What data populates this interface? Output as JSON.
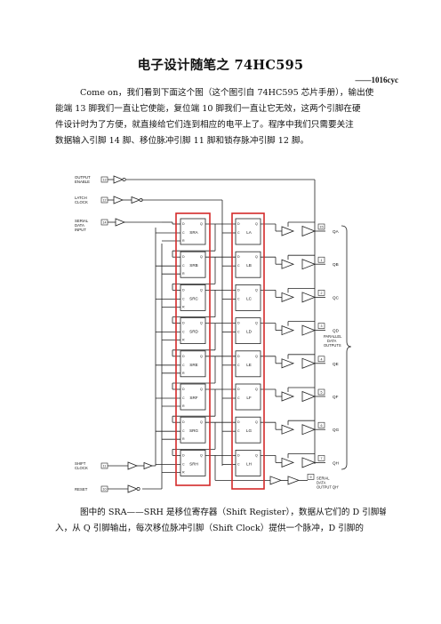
{
  "document": {
    "title": "电子设计随笔之 74HC595",
    "byline": "——1016cyc",
    "paragraph1": [
      "Come on，我们看到下面这个图（这个图引自 74HC595 芯片手册），输出使",
      "能端 13 脚我们一直让它使能，复位端 10 脚我们一直让它无效，这两个引脚在硬",
      "件设计时为了方便，就直接给它们连到相应的电平上了。程序中我们只需要关注",
      "数据输入引脚 14 脚、移位脉冲引脚 11 脚和锁存脉冲引脚 12 脚。"
    ],
    "paragraph2": [
      "图中的 SRA——SRH 是移位寄存器（Shift Register），数据从它们的 D 引脚输",
      "入，从 Q 引脚输出，每次移位脉冲引脚（Shift Clock）提供一个脉冲，D 引脚的"
    ]
  },
  "diagram": {
    "inputs": {
      "output_enable": [
        "OUTPUT",
        "ENABLE"
      ],
      "output_enable_pin": "13",
      "latch_clock": [
        "LATCH",
        "CLOCK"
      ],
      "latch_clock_pin": "12",
      "serial_data": [
        "SERIAL",
        "DATA",
        "INPUT"
      ],
      "serial_data_pin": "14",
      "shift_clock": [
        "SHIFT",
        "CLOCK"
      ],
      "shift_clock_pin": "11",
      "reset": "RESET",
      "reset_pin": "10"
    },
    "shift_registers": [
      "SRA",
      "SRB",
      "SRC",
      "SRD",
      "SRE",
      "SRF",
      "SRG",
      "SRH"
    ],
    "latches": [
      "LA",
      "LB",
      "LC",
      "LD",
      "LE",
      "LF",
      "LG",
      "LH"
    ],
    "pin_labels": {
      "d": "D",
      "q": "Q",
      "c": "C",
      "r": "R"
    },
    "outputs": [
      "QA",
      "QB",
      "QC",
      "QD",
      "QE",
      "QF",
      "QG",
      "QH"
    ],
    "output_pins": [
      "15",
      "1",
      "2",
      "3",
      "4",
      "5",
      "6",
      "7"
    ],
    "parallel_outputs_label": [
      "PARALLEL",
      "DATA",
      "OUTPUTS"
    ],
    "serial_output_label": [
      "SERIAL",
      "DATA",
      "OUTPUT",
      "QH'"
    ],
    "serial_output_pin": "9",
    "highlight_color": "#d42a2a",
    "line_color": "#222222"
  }
}
